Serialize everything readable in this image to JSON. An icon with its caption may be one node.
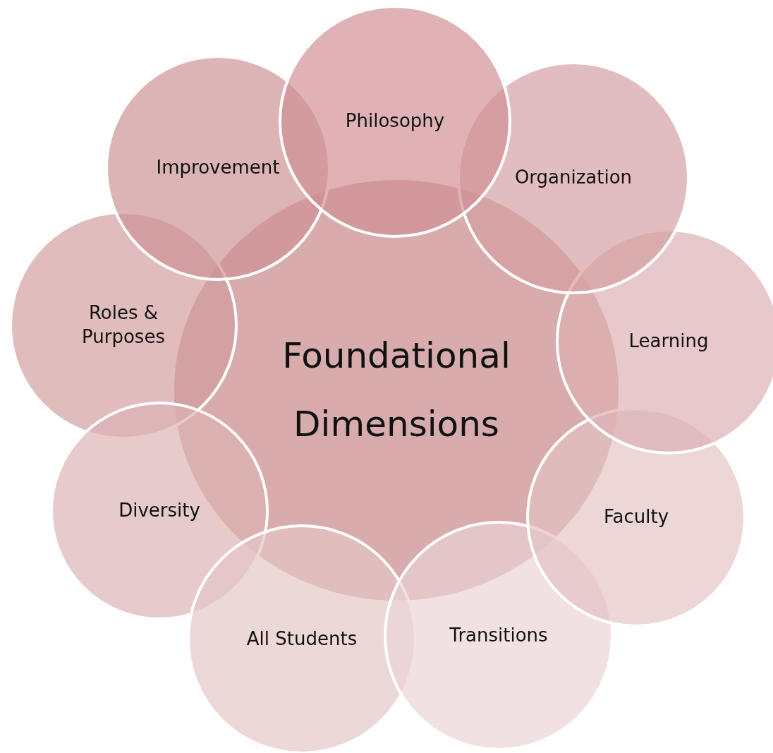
{
  "diagram": {
    "nodes": [
      {
        "text": [
          "Foundational Dimensions"
        ]
      },
      {
        "text": [
          "Philosophy"
        ]
      },
      {
        "text": [
          "Organization"
        ]
      },
      {
        "text": [
          "Learning"
        ]
      },
      {
        "text": [
          "Faculty"
        ]
      },
      {
        "text": [
          "Transitions"
        ]
      },
      {
        "text": [
          "All Students"
        ]
      },
      {
        "text": [
          "Diversity"
        ]
      },
      {
        "text": [
          "Roles & Purposes"
        ]
      },
      {
        "text": [
          "Improvement"
        ]
      }
    ]
  }
}
